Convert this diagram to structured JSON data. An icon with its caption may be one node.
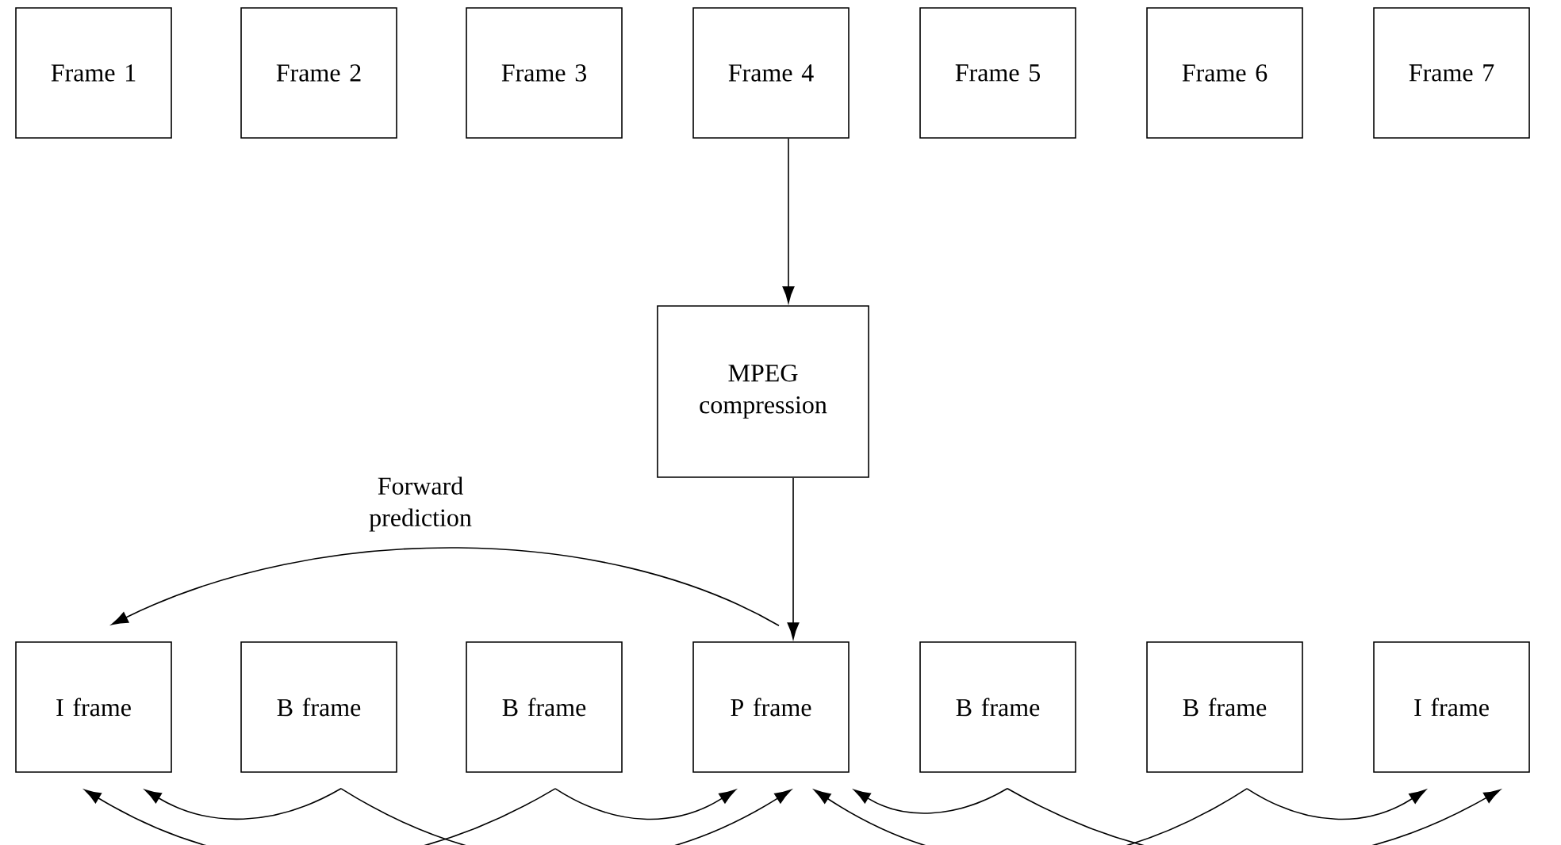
{
  "diagram": {
    "nodes": [
      {
        "text": [
          "Frame 1"
        ]
      },
      {
        "text": [
          "Frame 2"
        ]
      },
      {
        "text": [
          "Frame 3"
        ]
      },
      {
        "text": [
          "Frame 4"
        ]
      },
      {
        "text": [
          "Frame 5"
        ]
      },
      {
        "text": [
          "Frame 6"
        ]
      },
      {
        "text": [
          "Frame 7"
        ]
      },
      {
        "text": [
          "MPEG compression"
        ]
      },
      {
        "text": [
          "I frame"
        ]
      },
      {
        "text": [
          "B frame"
        ]
      },
      {
        "text": [
          "B frame"
        ]
      },
      {
        "text": [
          "P frame"
        ]
      },
      {
        "text": [
          "B frame"
        ]
      },
      {
        "text": [
          "B frame"
        ]
      },
      {
        "text": [
          "I frame"
        ]
      }
    ],
    "edges": [
      {
        "from": 3,
        "to": 7,
        "arrow": "to"
      },
      {
        "from": 7,
        "to": 11,
        "arrow": "to"
      },
      {
        "from": 11,
        "to": 8,
        "arrow": "to",
        "label": "Forward prediction"
      },
      {
        "from": 9,
        "to": 8,
        "arrow": "to"
      },
      {
        "from": 9,
        "to": 11,
        "arrow": "to"
      },
      {
        "from": 10,
        "to": 8,
        "arrow": "to"
      },
      {
        "from": 10,
        "to": 11,
        "arrow": "to"
      },
      {
        "from": 12,
        "to": 11,
        "arrow": "to"
      },
      {
        "from": 12,
        "to": 14,
        "arrow": "to"
      },
      {
        "from": 13,
        "to": 11,
        "arrow": "to"
      },
      {
        "from": 13,
        "to": 14,
        "arrow": "to"
      }
    ]
  }
}
